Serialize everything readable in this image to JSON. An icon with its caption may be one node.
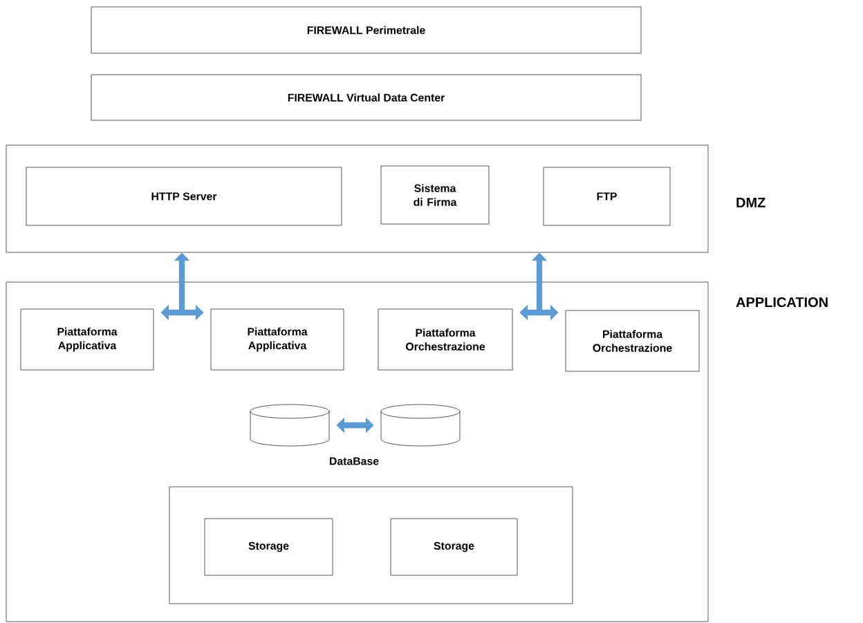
{
  "diagram": {
    "nodes": [
      {
        "text": [
          "FIREWALL Perimetrale"
        ]
      },
      {
        "text": [
          "FIREWALL Virtual Data Center"
        ]
      },
      {
        "text": [
          "DMZ"
        ]
      },
      {
        "text": [
          "HTTP Server"
        ],
        "in": 2
      },
      {
        "text": [
          "Sistema di Firma"
        ],
        "in": 2
      },
      {
        "text": [
          "FTP"
        ],
        "in": 2
      },
      {
        "text": [
          "APPLICATION"
        ]
      },
      {
        "text": [
          "Piattaforma Applicativa"
        ],
        "in": 6
      },
      {
        "text": [
          "Piattaforma Applicativa"
        ],
        "in": 6
      },
      {
        "text": [
          "Piattaforma Orchestrazione"
        ],
        "in": 6
      },
      {
        "text": [
          "Piattaforma Orchestrazione"
        ],
        "in": 6
      },
      {
        "text": [],
        "shape": "cylinder",
        "in": 6
      },
      {
        "text": [],
        "shape": "cylinder",
        "in": 6
      },
      {
        "text": [],
        "shape": "box",
        "in": 6
      },
      {
        "text": [
          "Storage"
        ],
        "in": 13
      },
      {
        "text": [
          "Storage"
        ],
        "in": 13
      }
    ],
    "edges": [
      {
        "from": 7,
        "to": 8,
        "arrow": "both"
      },
      {
        "from": null,
        "to": 2,
        "arrow": "to"
      },
      {
        "from": 9,
        "to": 10,
        "arrow": "both"
      },
      {
        "from": null,
        "to": 2,
        "arrow": "to"
      },
      {
        "from": 11,
        "to": 12,
        "arrow": "both"
      }
    ],
    "labels": [
      "DataBase"
    ]
  }
}
